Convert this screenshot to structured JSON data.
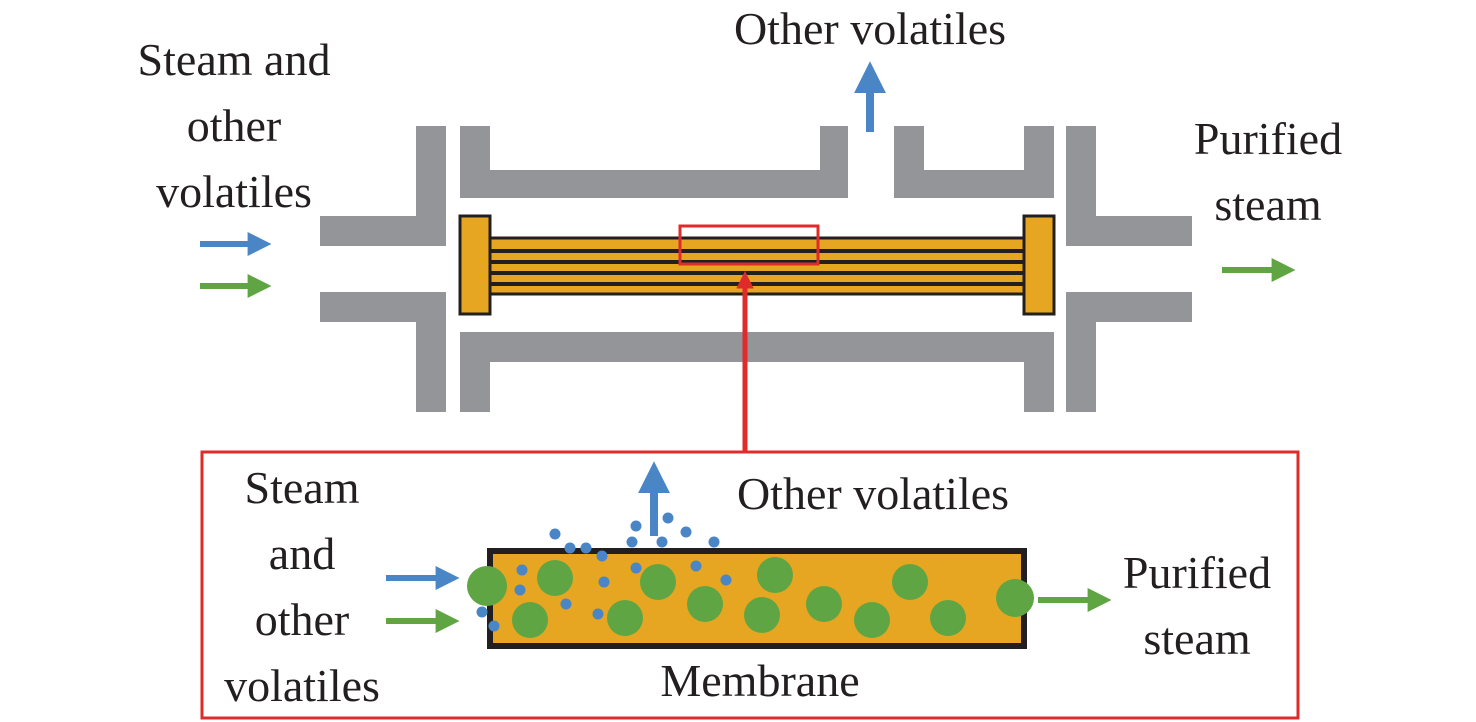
{
  "colors": {
    "housing": "#939598",
    "membrane": "#e6a621",
    "outline": "#231f20",
    "zoom_frame": "#e02b2b",
    "steam_particle": "#5fa544",
    "volatile_particle": "#4a86c6",
    "steam_arrow": "#5fa544",
    "volatile_arrow": "#4a86c6"
  },
  "top_view": {
    "inlet_label": [
      "Steam and",
      "other",
      "volatiles"
    ],
    "top_outlet_label": "Other volatiles",
    "outlet_label": [
      "Purified",
      "steam"
    ]
  },
  "detail_view": {
    "inlet_label": [
      "Steam",
      "and",
      "other",
      "volatiles"
    ],
    "top_outlet_label": "Other volatiles",
    "outlet_label": [
      "Purified",
      "steam"
    ],
    "membrane_label": "Membrane"
  }
}
